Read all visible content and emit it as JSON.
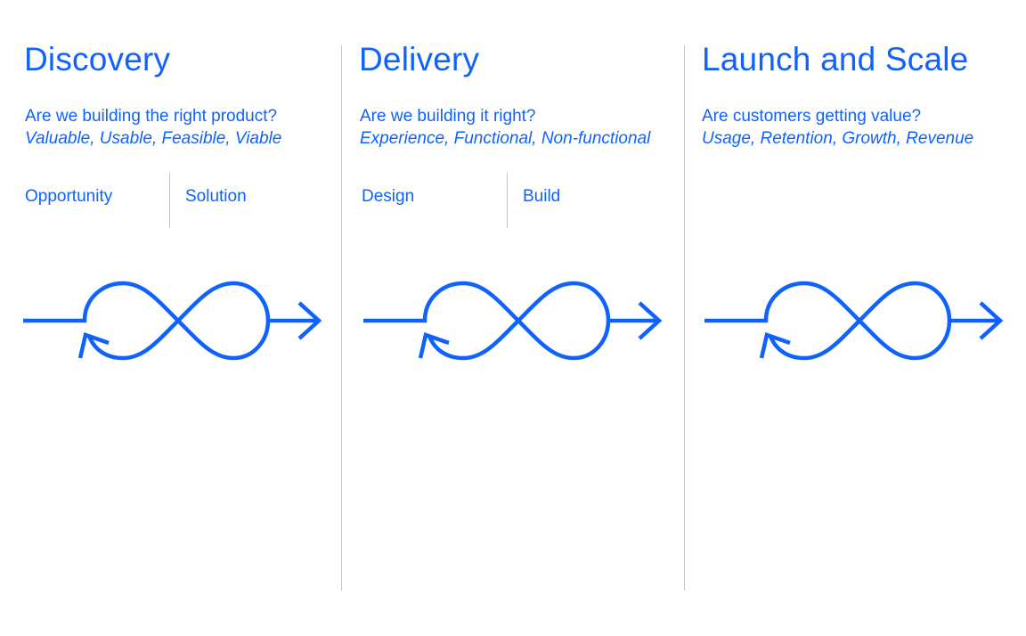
{
  "columns": [
    {
      "title": "Discovery",
      "question": "Are we building the right product?",
      "criteria": "Valuable, Usable, Feasible, Viable",
      "phases": [
        "Opportunity",
        "Solution"
      ]
    },
    {
      "title": "Delivery",
      "question": "Are we building it right?",
      "criteria": "Experience, Functional, Non-functional",
      "phases": [
        "Design",
        "Build"
      ]
    },
    {
      "title": "Launch and Scale",
      "question": "Are customers getting value?",
      "criteria": "Usage, Retention, Growth, Revenue",
      "phases": []
    }
  ],
  "icons": {
    "loop": "infinity-loop-arrow-icon"
  },
  "colors": {
    "accent": "#0f62fe",
    "divider": "#c6c6c6",
    "background": "#ffffff"
  }
}
